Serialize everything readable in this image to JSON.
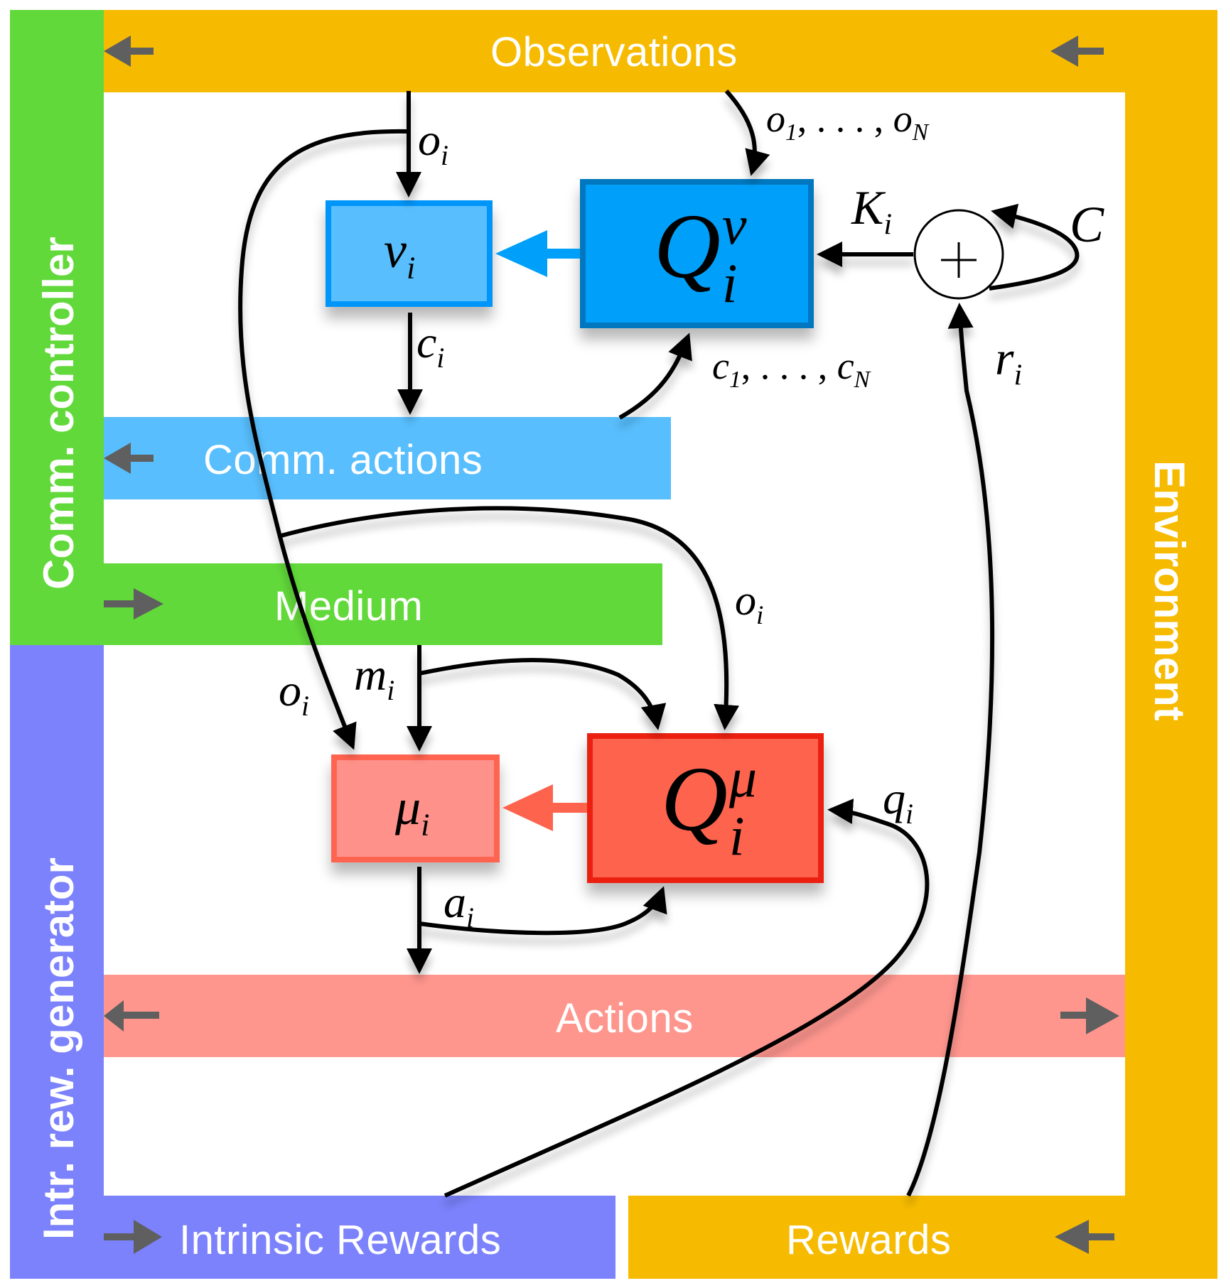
{
  "diagram": {
    "title": "Multi-agent communication and reward architecture",
    "colors": {
      "environment": "#F6BB00",
      "comm_controller": "#62D93A",
      "intr_reward_generator": "#7B82FC",
      "comm_actions": "#58BEFD",
      "actions": "#FE968E",
      "nu_box_fill": "#58BEFD",
      "nu_box_border": "#0096F9",
      "q_nu_fill": "#00A0FA",
      "q_nu_border": "#0077BE",
      "mu_box_fill": "#FE918A",
      "mu_box_border": "#FE6450",
      "q_mu_fill": "#FE634D",
      "q_mu_border": "#EB2010",
      "flow_arrow": "#5F5F5F",
      "wire": "#000000"
    },
    "bands": {
      "observations": "Observations",
      "comm_actions": "Comm. actions",
      "medium": "Medium",
      "actions": "Actions",
      "intrinsic_rewards": "Intrinsic Rewards",
      "rewards": "Rewards"
    },
    "side_labels": {
      "comm_controller": "Comm. controller",
      "intr_reward_generator": "Intr. rew. generator",
      "environment": "Environment"
    },
    "nodes": {
      "nu": {
        "symbol": "ν",
        "sub": "i"
      },
      "q_nu": {
        "symbol": "Q",
        "sup": "ν",
        "sub": "i"
      },
      "mu": {
        "symbol": "μ",
        "sub": "i"
      },
      "q_mu": {
        "symbol": "Q",
        "sup": "μ",
        "sub": "i"
      },
      "sum": {
        "symbol": "+"
      }
    },
    "edge_labels": {
      "o_i_top": {
        "base": "o",
        "sub": "i"
      },
      "o_all": {
        "base": "o",
        "sub1": "1",
        "mid": ", . . . , ",
        "base2": "o",
        "sub2": "N"
      },
      "K_i": {
        "base": "K",
        "sub": "i"
      },
      "C": {
        "base": "C"
      },
      "c_i": {
        "base": "c",
        "sub": "i"
      },
      "c_all": {
        "base": "c",
        "sub1": "1",
        "mid": ", . . . , ",
        "base2": "c",
        "sub2": "N"
      },
      "r_i": {
        "base": "r",
        "sub": "i"
      },
      "o_i_right": {
        "base": "o",
        "sub": "i"
      },
      "o_i_left": {
        "base": "o",
        "sub": "i"
      },
      "m_i": {
        "base": "m",
        "sub": "i"
      },
      "a_i": {
        "base": "a",
        "sub": "i"
      },
      "q_i": {
        "base": "q",
        "sub": "i"
      }
    }
  }
}
